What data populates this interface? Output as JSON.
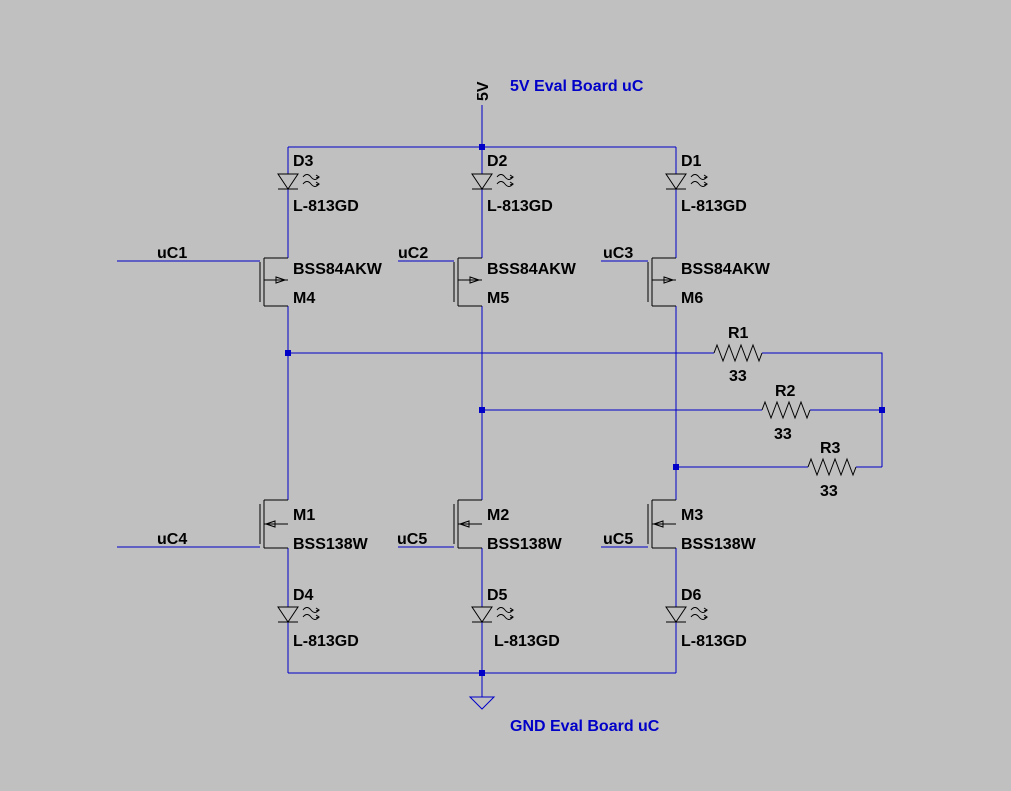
{
  "labels": {
    "supply_net": "5V",
    "supply_note": "5V Eval Board uC",
    "ground_note": "GND Eval Board uC"
  },
  "components": {
    "D1": {
      "ref": "D1",
      "value": "L-813GD"
    },
    "D2": {
      "ref": "D2",
      "value": "L-813GD"
    },
    "D3": {
      "ref": "D3",
      "value": "L-813GD"
    },
    "D4": {
      "ref": "D4",
      "value": "L-813GD"
    },
    "D5": {
      "ref": "D5",
      "value": "L-813GD"
    },
    "D6": {
      "ref": "D6",
      "value": "L-813GD"
    },
    "M1": {
      "ref": "M1",
      "value": "BSS138W"
    },
    "M2": {
      "ref": "M2",
      "value": "BSS138W"
    },
    "M3": {
      "ref": "M3",
      "value": "BSS138W"
    },
    "M4": {
      "ref": "M4",
      "value": "BSS84AKW"
    },
    "M5": {
      "ref": "M5",
      "value": "BSS84AKW"
    },
    "M6": {
      "ref": "M6",
      "value": "BSS84AKW"
    },
    "R1": {
      "ref": "R1",
      "value": "33"
    },
    "R2": {
      "ref": "R2",
      "value": "33"
    },
    "R3": {
      "ref": "R3",
      "value": "33"
    }
  },
  "nets": {
    "uC1": "uC1",
    "uC2": "uC2",
    "uC3": "uC3",
    "uC4": "uC4",
    "uC5_mid": "uC5",
    "uC5_right": "uC5"
  },
  "colors": {
    "background": "#c0c0c0",
    "wire": "#0000c8",
    "symbol": "#000000",
    "junction": "#0000c8"
  }
}
